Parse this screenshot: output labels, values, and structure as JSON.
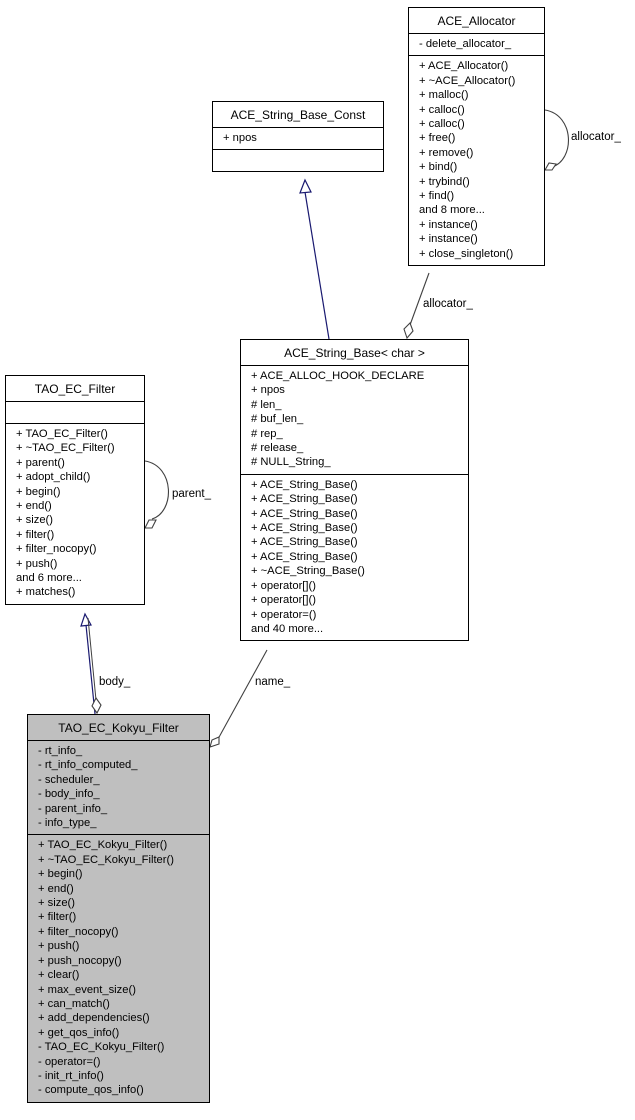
{
  "diagram": {
    "classes": {
      "ace_allocator": {
        "name": "ACE_Allocator",
        "attributes": [
          "- delete_allocator_"
        ],
        "methods": [
          "+ ACE_Allocator()",
          "+ ~ACE_Allocator()",
          "+ malloc()",
          "+ calloc()",
          "+ calloc()",
          "+ free()",
          "+ remove()",
          "+ bind()",
          "+ trybind()",
          "+ find()",
          "and 8 more...",
          "+ instance()",
          "+ instance()",
          "+ close_singleton()"
        ]
      },
      "ace_string_base_const": {
        "name": "ACE_String_Base_Const",
        "attributes": [
          "+ npos"
        ],
        "methods": []
      },
      "ace_string_base": {
        "name": "ACE_String_Base< char >",
        "attributes": [
          "+ ACE_ALLOC_HOOK_DECLARE",
          "+ npos",
          "# len_",
          "# buf_len_",
          "# rep_",
          "# release_",
          "# NULL_String_"
        ],
        "methods": [
          "+ ACE_String_Base()",
          "+ ACE_String_Base()",
          "+ ACE_String_Base()",
          "+ ACE_String_Base()",
          "+ ACE_String_Base()",
          "+ ACE_String_Base()",
          "+ ~ACE_String_Base()",
          "+ operator[]()",
          "+ operator[]()",
          "+ operator=()",
          "and 40 more..."
        ]
      },
      "tao_ec_filter": {
        "name": "TAO_EC_Filter",
        "attributes": [],
        "methods": [
          "+ TAO_EC_Filter()",
          "+ ~TAO_EC_Filter()",
          "+ parent()",
          "+ adopt_child()",
          "+ begin()",
          "+ end()",
          "+ size()",
          "+ filter()",
          "+ filter_nocopy()",
          "+ push()",
          "and 6 more...",
          "+ matches()"
        ]
      },
      "tao_ec_kokyu_filter": {
        "name": "TAO_EC_Kokyu_Filter",
        "attributes": [
          "- rt_info_",
          "- rt_info_computed_",
          "- scheduler_",
          "- body_info_",
          "- parent_info_",
          "- info_type_"
        ],
        "methods": [
          "+ TAO_EC_Kokyu_Filter()",
          "+ ~TAO_EC_Kokyu_Filter()",
          "+ begin()",
          "+ end()",
          "+ size()",
          "+ filter()",
          "+ filter_nocopy()",
          "+ push()",
          "+ push_nocopy()",
          "+ clear()",
          "+ max_event_size()",
          "+ can_match()",
          "+ add_dependencies()",
          "+ get_qos_info()",
          "- TAO_EC_Kokyu_Filter()",
          "- operator=()",
          "- init_rt_info()",
          "- compute_qos_info()"
        ]
      }
    },
    "edges": {
      "allocator_self": "allocator_",
      "allocator_to_string": "allocator_",
      "parent_self": "parent_",
      "body": "body_",
      "name": "name_"
    },
    "colors": {
      "inheritance": "#191970",
      "association": "#404040",
      "focus_fill": "#bfbfbf"
    }
  }
}
